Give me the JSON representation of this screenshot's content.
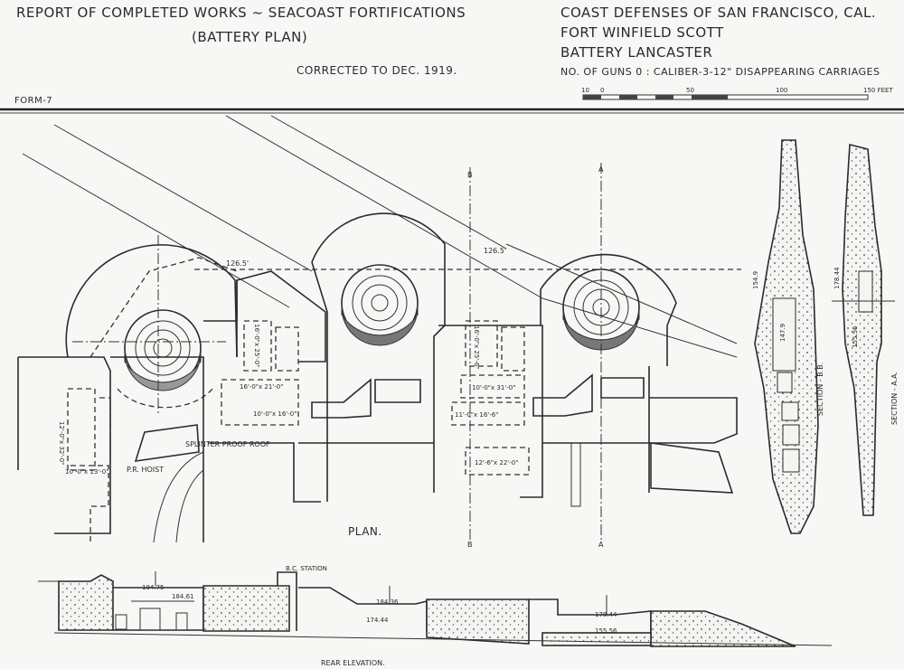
{
  "header": {
    "title": "REPORT OF COMPLETED WORKS ~ SEACOAST FORTIFICATIONS",
    "subtitle": "(BATTERY PLAN)",
    "corrected": "CORRECTED TO DEC. 1919.",
    "form": "FORM-7"
  },
  "info": {
    "defenses": "COAST DEFENSES OF SAN FRANCISCO, CAL.",
    "fort": "FORT WINFIELD SCOTT",
    "battery": "BATTERY LANCASTER",
    "guns": "NO. OF GUNS 0 : CALIBER-3-12\" DISAPPEARING CARRIAGES"
  },
  "scale": {
    "ticks": [
      "10",
      "0",
      "50",
      "100",
      "150 FEET"
    ]
  },
  "plan": {
    "label": "PLAN.",
    "dim_left": "126.5'",
    "dim_right": "126.5'",
    "section_b": "B",
    "section_a": "A",
    "splinter": "SPLINTER PROOF ROOF",
    "hoist": "P.R. HOIST",
    "rooms": [
      "12'-0\"x 32'-0\"",
      "10'-0\"x 13'-0\"",
      "16'-0\"x 25'-0\"",
      "16'-0\"x 21'-0\"",
      "10'-0\"x 16'-0\"",
      "16'-0\"x 25'-6\"",
      "10'-0\"x 31'-0\"",
      "11'-0\"x 16'-6\"",
      "12'-6\"x 22'-0\""
    ]
  },
  "sections": {
    "bb_label": "SECTION - B.B.",
    "aa_label": "SECTION - A.A.",
    "bb_elev": "154.9",
    "bb_room": "147.9",
    "aa_elev_top": "178.44",
    "aa_elev_bottom": "155.56"
  },
  "elevation": {
    "label": "REAR ELEVATION.",
    "bc_station": "B.C. STATION",
    "elevs": [
      "194.75",
      "184.61",
      "184.36",
      "174.44",
      "178.44",
      "155.56"
    ]
  }
}
